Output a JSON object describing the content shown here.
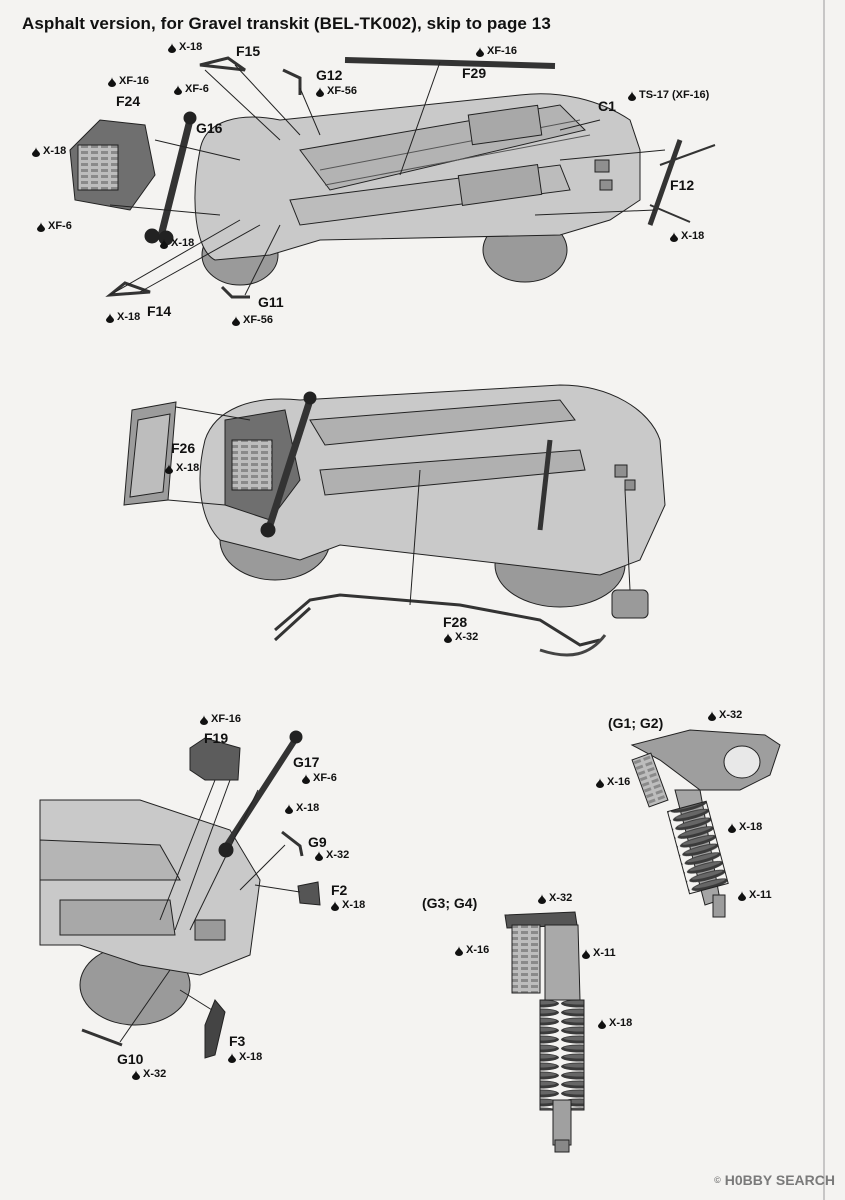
{
  "header": {
    "title": "Asphalt version, for Gravel transkit (BEL-TK002), skip to page 13"
  },
  "parts": {
    "f15": "F15",
    "g12": "G12",
    "f29": "F29",
    "c1": "C1",
    "f24": "F24",
    "g16": "G16",
    "f12": "F12",
    "f14": "F14",
    "g11": "G11",
    "f26": "F26",
    "f28": "F28",
    "f19": "F19",
    "g17": "G17",
    "g9": "G9",
    "f2": "F2",
    "f3": "F3",
    "g10": "G10",
    "g1g2": "(G1; G2)",
    "g3g4": "(G3; G4)"
  },
  "paints": {
    "p_f15": "X-18",
    "p_g12": "XF-56",
    "p_f29": "XF-16",
    "p_c1": "TS-17 (XF-16)",
    "p_f24": "XF-16",
    "p_g16": "XF-6",
    "p_left_x18": "X-18",
    "p_left_xf6": "XF-6",
    "p_g16_x18": "X-18",
    "p_f12": "X-18",
    "p_f14": "X-18",
    "p_g11": "XF-56",
    "p_f26": "X-18",
    "p_f28": "X-32",
    "p_f19": "XF-16",
    "p_g17": "XF-6",
    "p_g17_x18": "X-18",
    "p_g9": "X-32",
    "p_f2": "X-18",
    "p_f3": "X-18",
    "p_g10": "X-32",
    "p_g1_x32": "X-32",
    "p_g1_x16": "X-16",
    "p_g1_x18": "X-18",
    "p_g1_x11": "X-11",
    "p_g3_x32": "X-32",
    "p_g3_x16": "X-16",
    "p_g3_x11": "X-11",
    "p_g3_x18": "X-18"
  },
  "watermark": {
    "brand": "H0BBY SEARCH",
    "mark": "©"
  },
  "icons": {
    "paint": "paint-drop-icon"
  }
}
